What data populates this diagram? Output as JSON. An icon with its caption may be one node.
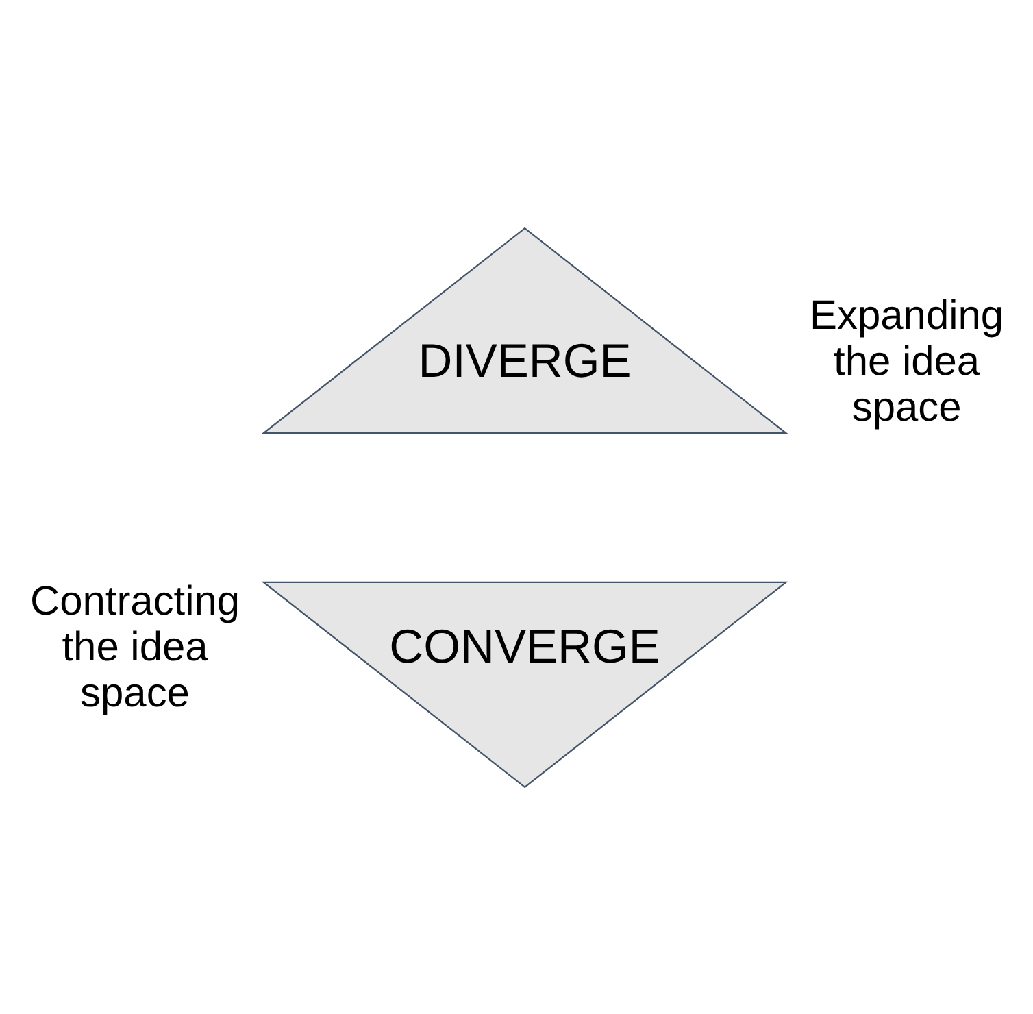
{
  "diagram": {
    "nodes": [
      {
        "text": [
          "DIVERGE"
        ],
        "beside": [
          "Expanding the idea space"
        ]
      },
      {
        "text": [
          "CONVERGE"
        ],
        "beside": [
          "Contracting the idea space"
        ]
      }
    ]
  }
}
